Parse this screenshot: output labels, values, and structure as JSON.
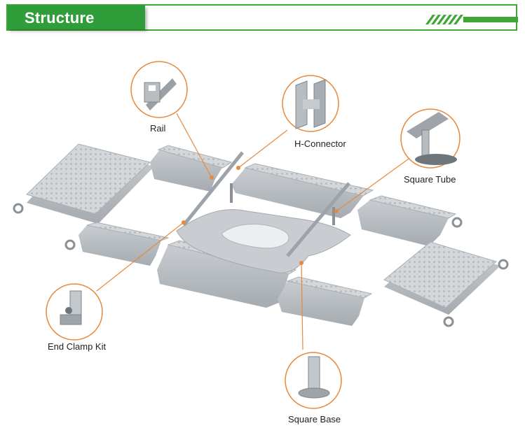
{
  "header": {
    "title": "Structure"
  },
  "callouts": [
    {
      "label": "Rail",
      "icon": "rail-profile-icon"
    },
    {
      "label": "H-Connector",
      "icon": "h-connector-icon"
    },
    {
      "label": "Square Tube",
      "icon": "square-tube-icon"
    },
    {
      "label": "End Clamp Kit",
      "icon": "end-clamp-icon"
    },
    {
      "label": "Square Base",
      "icon": "square-base-icon"
    }
  ],
  "colors": {
    "brand_green": "#2f9e3a",
    "leader_line": "#e8883a",
    "float_body": "#d5d9dc",
    "metal": "#b9bec2"
  }
}
